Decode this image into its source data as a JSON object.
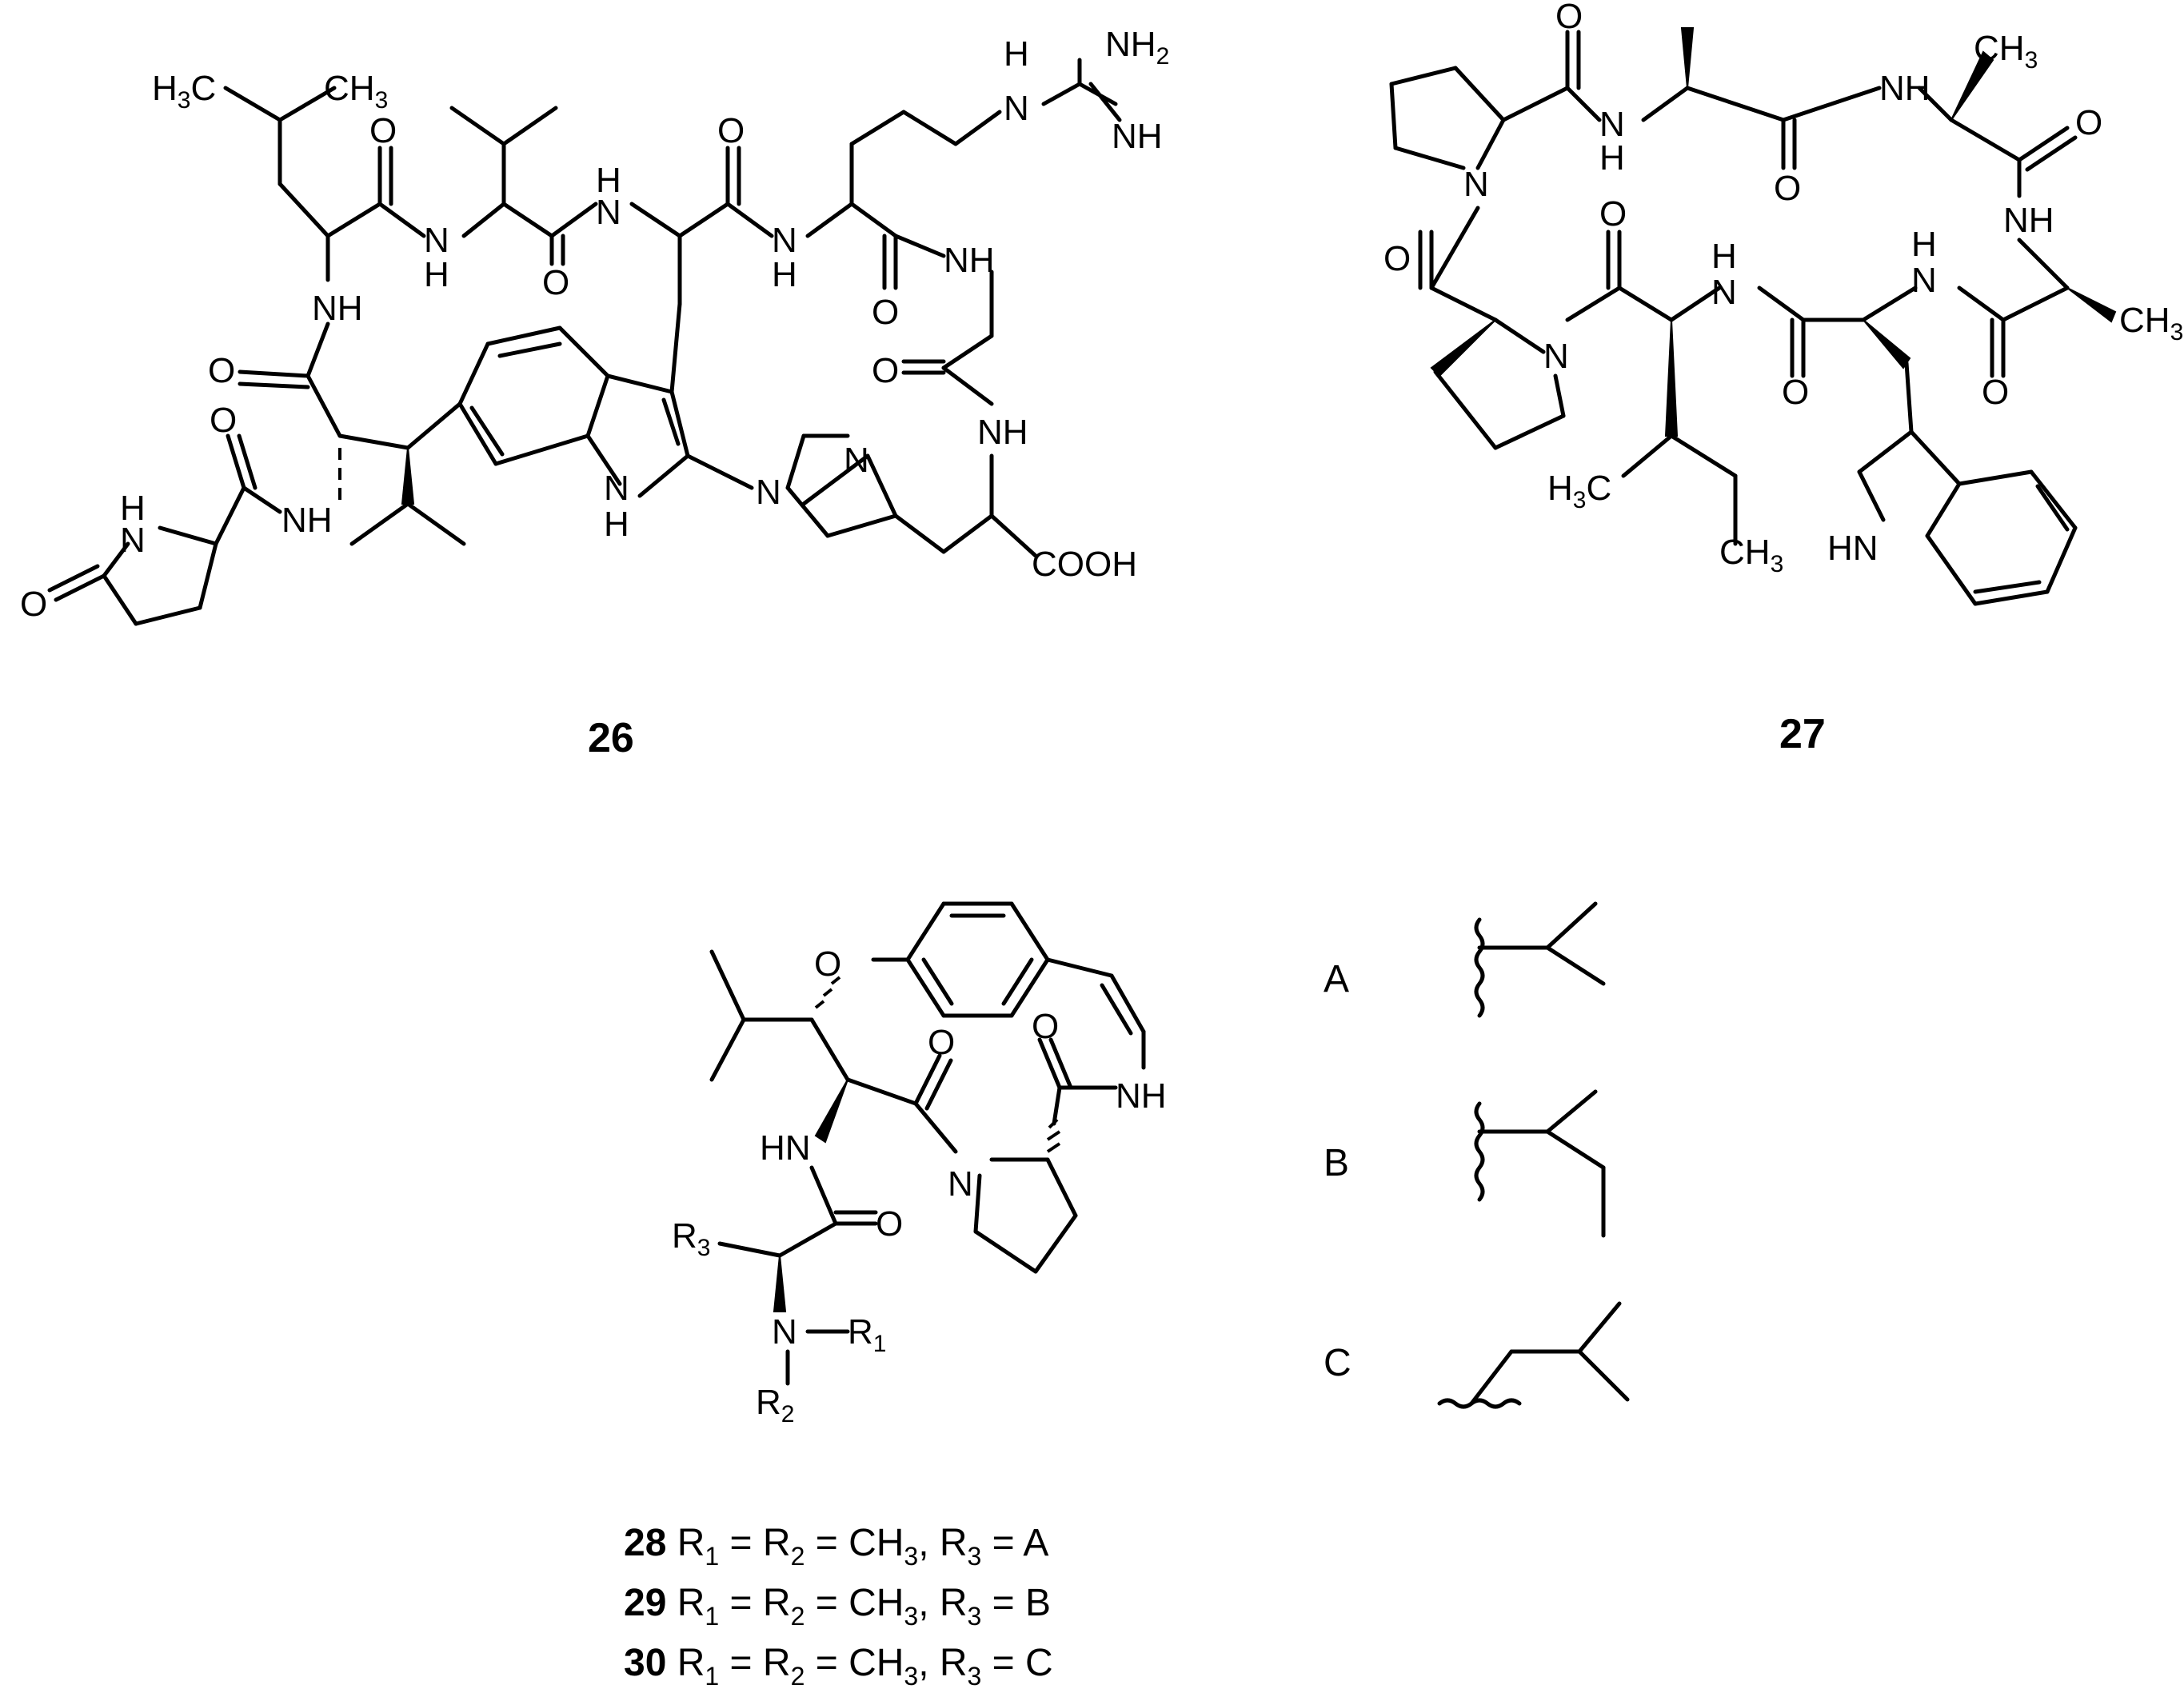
{
  "compounds": {
    "c26": "26",
    "c27": "27"
  },
  "substituents": {
    "A": "A",
    "B": "B",
    "C": "C"
  },
  "legend": [
    {
      "id": "28",
      "r12": "R",
      "s1": "1",
      "eq1": " = R",
      "s2": "2",
      "eq2": " = CH",
      "s3": "3",
      "mid": ", R",
      "s4": "3",
      "tail": " = A"
    },
    {
      "id": "29",
      "r12": "R",
      "s1": "1",
      "eq1": " = R",
      "s2": "2",
      "eq2": " = CH",
      "s3": "3",
      "mid": ", R",
      "s4": "3",
      "tail": " = B"
    },
    {
      "id": "30",
      "r12": "R",
      "s1": "1",
      "eq1": " = R",
      "s2": "2",
      "eq2": " = CH",
      "s3": "3",
      "mid": ", R",
      "s4": "3",
      "tail": " = C"
    }
  ]
}
